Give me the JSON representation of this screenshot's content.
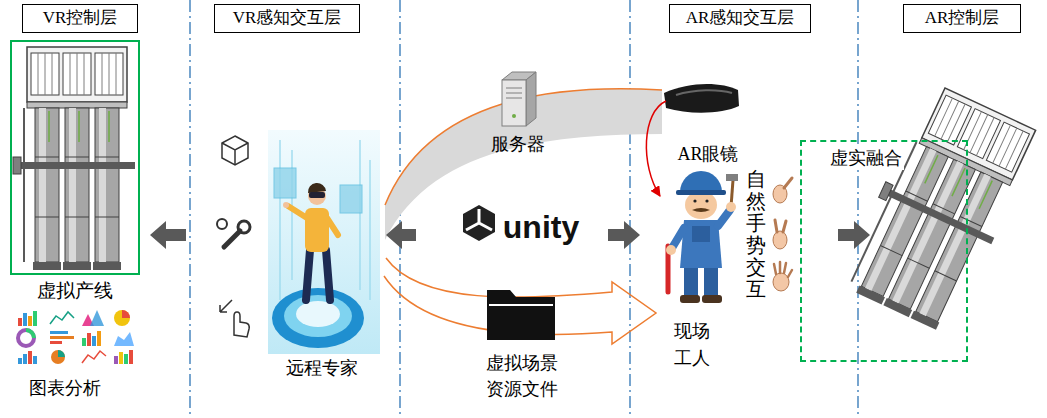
{
  "diagram": {
    "nodes": [
      {
        "text": [
          "VR控制层"
        ]
      },
      {
        "text": [
          "VR感知交互层"
        ]
      },
      {
        "text": [
          "AR感知交互层"
        ]
      },
      {
        "text": [
          "AR控制层"
        ]
      },
      {
        "text": [
          "虚拟产线"
        ]
      },
      {
        "text": [
          "虚实融合"
        ]
      }
    ],
    "labels": [
      "服务器",
      "AR眼镜",
      "unity",
      "自然手势交互",
      "远程专家",
      "虚拟场景资源文件",
      "现场工人",
      "图表分析"
    ]
  }
}
